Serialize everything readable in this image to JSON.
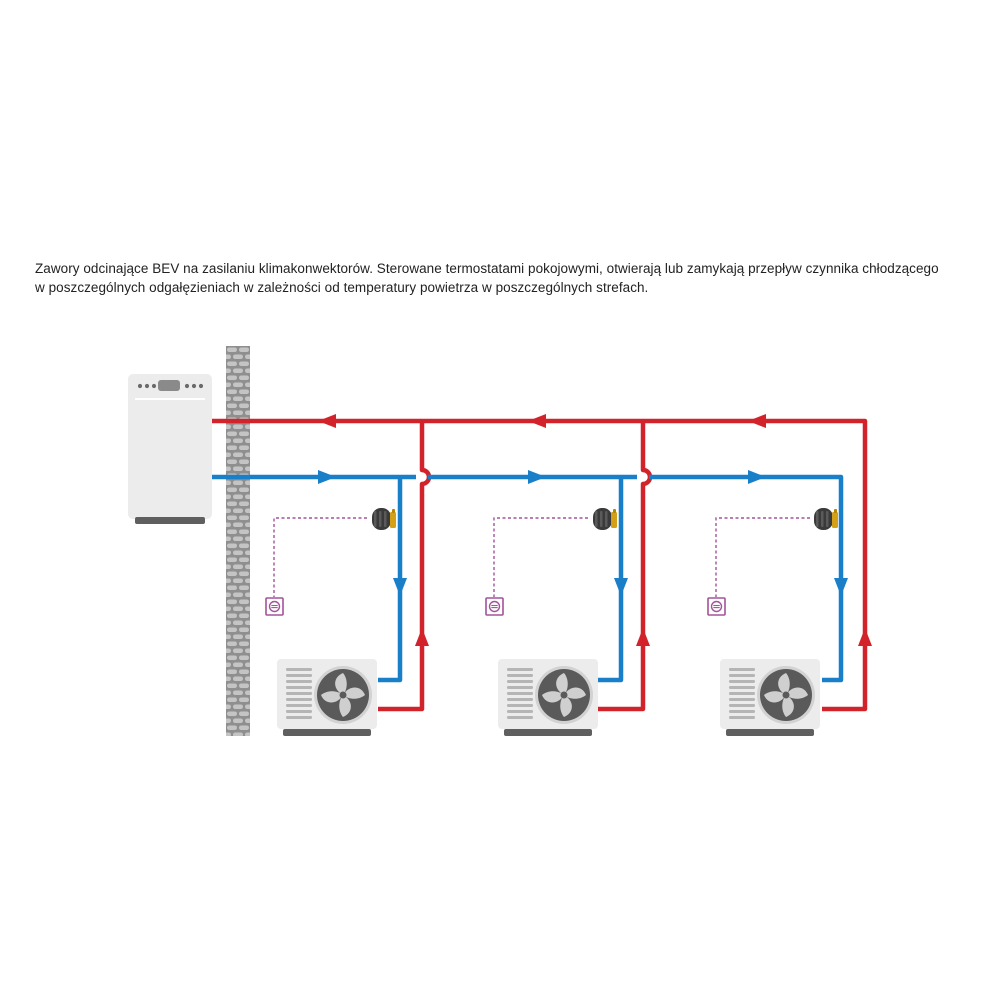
{
  "caption": {
    "line1": "Zawory odcinające BEV na zasilaniu klimakonwektorów. Sterowane termostatami pokojowymi, otwierają lub zamykają przepływ czynnika chłodzącego",
    "line2": "w poszczególnych odgałęzieniach w zależności od temperatury powietrza w poszczególnych strefach."
  },
  "colors": {
    "supply_pipe": "#1a7fc9",
    "return_pipe": "#d2232a",
    "thermostat_wire": "#a3529b",
    "wall": "#8f8f8f",
    "unit_body": "#ececec",
    "unit_base": "#5f5f5f",
    "fan": "#5a5a5a"
  },
  "components": {
    "chiller": "indoor-unit",
    "wall": "brick-wall",
    "branches": [
      {
        "unit": "fan-coil-unit-1",
        "valve": "bev-valve-1",
        "thermostat": "room-thermostat-1"
      },
      {
        "unit": "fan-coil-unit-2",
        "valve": "bev-valve-2",
        "thermostat": "room-thermostat-2"
      },
      {
        "unit": "fan-coil-unit-3",
        "valve": "bev-valve-3",
        "thermostat": "room-thermostat-3"
      }
    ]
  }
}
